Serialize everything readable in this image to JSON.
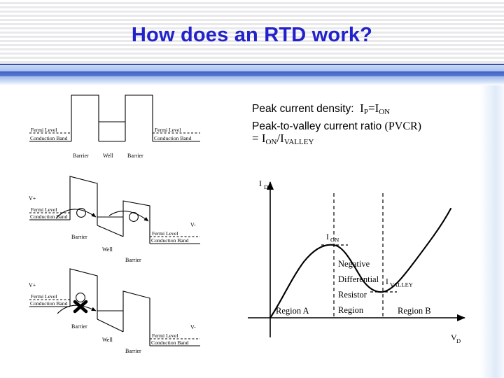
{
  "slide": {
    "title": "How does an RTD work?",
    "title_color": "#2222CC",
    "divider_color": "#3F62C4"
  },
  "formulas": {
    "line1_prefix": "Peak current density:",
    "line1_var_ip": "I",
    "line1_sub_p": "P",
    "line1_eq": "=",
    "line1_var_ion": "I",
    "line1_sub_on": "ON",
    "line2_prefix": "Peak-to-valley current ratio",
    "line2_paren": "(PVCR)",
    "line3_eq": "=",
    "line3_var_ion": "I",
    "line3_sub_on": "ON",
    "line3_slash": "/",
    "line3_var_iv": "I",
    "line3_sub_valley": "VALLEY"
  },
  "band_diagrams": [
    {
      "name": "equilibrium-band-diagram",
      "labels": {
        "fermi_left": "Fermi Level",
        "conduction_left": "Conduction Band",
        "fermi_right": "Fermi Level",
        "conduction_right": "Conduction Band",
        "barrier_left": "Barrier",
        "well": "Well",
        "barrier_right": "Barrier"
      }
    },
    {
      "name": "resonant-tunneling-band-diagram",
      "labels": {
        "bias_plus": "V+",
        "bias_minus": "V-",
        "fermi_left": "Fermi Level",
        "conduction_left": "Conduction Band",
        "fermi_right": "Fermi Level",
        "conduction_right": "Conduction Band",
        "barrier_left": "Barrier",
        "well": "Well",
        "barrier_right": "Barrier"
      }
    },
    {
      "name": "blocked-tunneling-band-diagram",
      "labels": {
        "bias_plus": "V+",
        "bias_minus": "V-",
        "fermi_left": "Fermi Level",
        "conduction_left": "Conduction Band",
        "fermi_right": "Fermi Level",
        "conduction_right": "Conduction Band",
        "barrier_left": "Barrier",
        "well": "Well",
        "barrier_right": "Barrier"
      }
    }
  ],
  "chart_data": {
    "type": "line",
    "title": "",
    "xlabel": "V_D",
    "ylabel": "I_D",
    "xlabel_base": "V",
    "xlabel_sub": "D",
    "ylabel_base": "I",
    "ylabel_sub": "D",
    "grid": false,
    "legend": "none",
    "xlim": [
      0,
      10
    ],
    "ylim": [
      0,
      10
    ],
    "x": [
      0.0,
      0.5,
      1.0,
      1.5,
      2.0,
      2.5,
      3.0,
      3.5,
      4.0,
      4.5,
      5.0,
      5.5,
      6.0,
      6.5,
      7.0,
      7.5,
      8.0,
      8.5,
      9.0
    ],
    "y": [
      0.0,
      1.3,
      2.6,
      3.7,
      4.5,
      4.9,
      5.0,
      4.7,
      4.0,
      3.1,
      2.2,
      1.6,
      1.35,
      1.3,
      1.7,
      2.6,
      3.8,
      5.2,
      6.6
    ],
    "annotations": [
      {
        "name": "peak-label",
        "text_base": "I",
        "text_sub": "ON",
        "x": 3.0,
        "y": 5.0
      },
      {
        "name": "valley-label",
        "text_base": "I",
        "text_sub": "VALLEY",
        "x": 6.3,
        "y": 1.3
      }
    ],
    "regions": [
      {
        "name": "region-a",
        "label": "Region A",
        "x_start": 0.0,
        "x_end": 3.0
      },
      {
        "name": "ndr-region",
        "label_lines": [
          "Negative",
          "Differential",
          "Resistor",
          "Region"
        ],
        "x_start": 3.0,
        "x_end": 6.3
      },
      {
        "name": "region-b",
        "label": "Region B",
        "x_start": 6.3,
        "x_end": 10.0
      }
    ],
    "markers": {
      "peak_dashed_vline_x": 3.0,
      "valley_dashed_vline_x": 6.3,
      "peak_dashed_hline_y": 5.0,
      "valley_dashed_hline_y": 1.3
    }
  }
}
